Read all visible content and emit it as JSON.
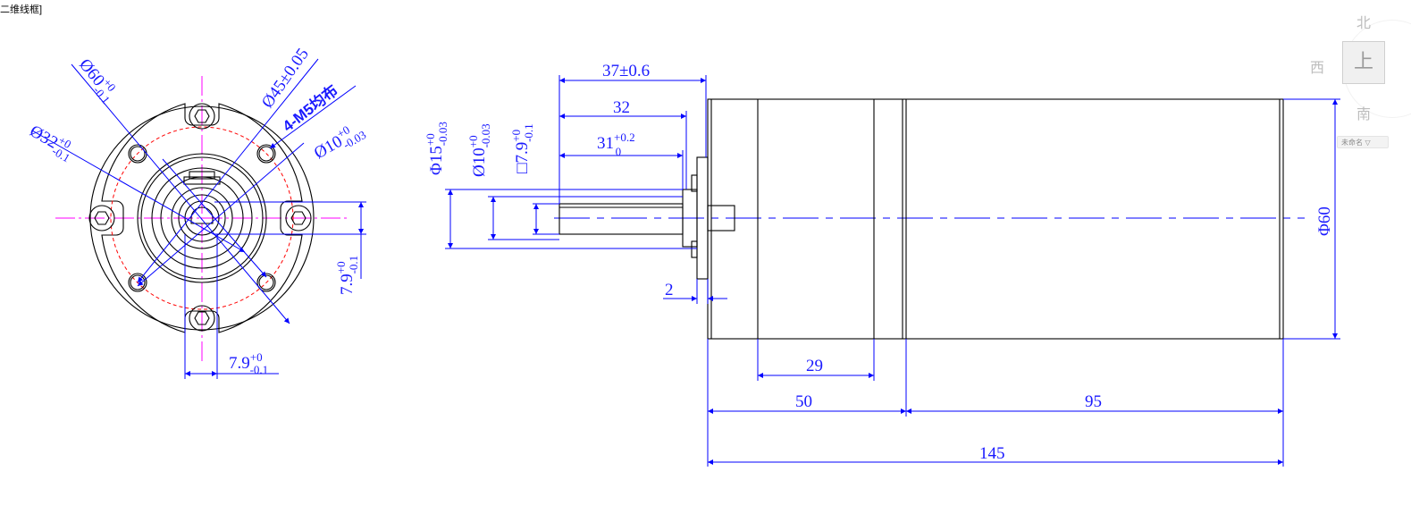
{
  "viewport_label": "二维线框]",
  "view_cube": {
    "north": "北",
    "west": "西",
    "south": "南",
    "top_face": "上",
    "named_view": "未命名",
    "dropdown_glyph": "▽"
  },
  "colors": {
    "outline": "#000000",
    "dimension": "#0000ff",
    "center_line": "#ff00ff",
    "hidden_circle": "#ff0000",
    "background": "#ffffff"
  },
  "front_view": {
    "dim_outer_dia": {
      "base": "Ø60",
      "tol_top": "+0",
      "tol_bot": "-0.1"
    },
    "dim_bolt_circle": "Ø45±0.05",
    "dim_holes": "4-M5均布",
    "dim_pilot": {
      "base": "Ø32",
      "tol_top": "+0",
      "tol_bot": "-0.1"
    },
    "dim_shaft": {
      "base": "Ø10",
      "tol_top": "+0",
      "tol_bot": "-0.03"
    },
    "dim_flat_v": {
      "base": "7.9",
      "tol_top": "+0",
      "tol_bot": "-0.1"
    },
    "dim_flat_h": {
      "base": "7.9",
      "tol_top": "+0",
      "tol_bot": "-0.1"
    }
  },
  "side_view": {
    "dim_37": "37±0.6",
    "dim_32": "32",
    "dim_31": {
      "base": "31",
      "tol_top": "+0.2",
      "tol_bot": "0"
    },
    "dim_phi15": {
      "base": "Φ15",
      "tol_top": "+0",
      "tol_bot": "-0.03"
    },
    "dim_phi10": {
      "base": "Ø10",
      "tol_top": "+0",
      "tol_bot": "-0.03"
    },
    "dim_sq79": {
      "base": "□7.9",
      "tol_top": "+0",
      "tol_bot": "-0.1"
    },
    "dim_2": "2",
    "dim_phi60": "Φ60",
    "dim_29": "29",
    "dim_50": "50",
    "dim_95": "95",
    "dim_145": "145"
  }
}
